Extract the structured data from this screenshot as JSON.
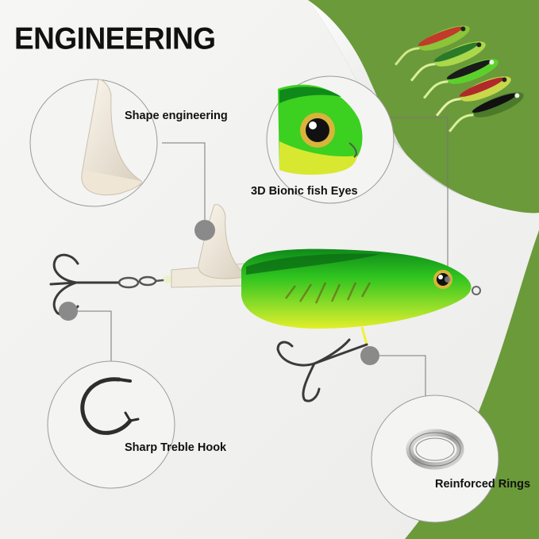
{
  "title": "ENGINEERING",
  "features": {
    "shape": "Shape engineering",
    "eyes": "3D Bionic fish Eyes",
    "hook": "Sharp Treble Hook",
    "rings": "Reinforced Rings"
  },
  "colors": {
    "background_green": "#6b9a3a",
    "paper": "#f4f4f2",
    "lure_green": "#2fc41f",
    "lure_yellow": "#d8e826",
    "connector": "#777777"
  }
}
